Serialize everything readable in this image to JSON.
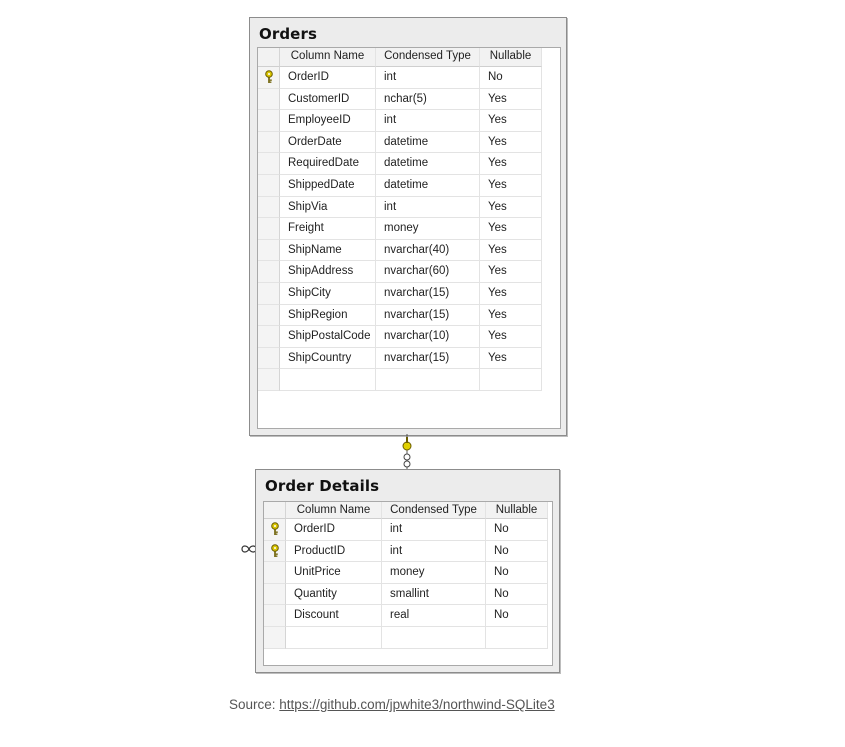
{
  "tables": [
    {
      "title": "Orders",
      "headers": [
        "Column Name",
        "Condensed Type",
        "Nullable"
      ],
      "rows": [
        {
          "name": "OrderID",
          "type": "int",
          "nullable": "No",
          "key": true
        },
        {
          "name": "CustomerID",
          "type": "nchar(5)",
          "nullable": "Yes",
          "key": false
        },
        {
          "name": "EmployeeID",
          "type": "int",
          "nullable": "Yes",
          "key": false
        },
        {
          "name": "OrderDate",
          "type": "datetime",
          "nullable": "Yes",
          "key": false
        },
        {
          "name": "RequiredDate",
          "type": "datetime",
          "nullable": "Yes",
          "key": false
        },
        {
          "name": "ShippedDate",
          "type": "datetime",
          "nullable": "Yes",
          "key": false
        },
        {
          "name": "ShipVia",
          "type": "int",
          "nullable": "Yes",
          "key": false
        },
        {
          "name": "Freight",
          "type": "money",
          "nullable": "Yes",
          "key": false
        },
        {
          "name": "ShipName",
          "type": "nvarchar(40)",
          "nullable": "Yes",
          "key": false
        },
        {
          "name": "ShipAddress",
          "type": "nvarchar(60)",
          "nullable": "Yes",
          "key": false
        },
        {
          "name": "ShipCity",
          "type": "nvarchar(15)",
          "nullable": "Yes",
          "key": false
        },
        {
          "name": "ShipRegion",
          "type": "nvarchar(15)",
          "nullable": "Yes",
          "key": false
        },
        {
          "name": "ShipPostalCode",
          "type": "nvarchar(10)",
          "nullable": "Yes",
          "key": false
        },
        {
          "name": "ShipCountry",
          "type": "nvarchar(15)",
          "nullable": "Yes",
          "key": false
        },
        {
          "name": "",
          "type": "",
          "nullable": "",
          "key": false
        }
      ]
    },
    {
      "title": "Order Details",
      "headers": [
        "Column Name",
        "Condensed Type",
        "Nullable"
      ],
      "rows": [
        {
          "name": "OrderID",
          "type": "int",
          "nullable": "No",
          "key": true
        },
        {
          "name": "ProductID",
          "type": "int",
          "nullable": "No",
          "key": true
        },
        {
          "name": "UnitPrice",
          "type": "money",
          "nullable": "No",
          "key": false
        },
        {
          "name": "Quantity",
          "type": "smallint",
          "nullable": "No",
          "key": false
        },
        {
          "name": "Discount",
          "type": "real",
          "nullable": "No",
          "key": false
        },
        {
          "name": "",
          "type": "",
          "nullable": "",
          "key": false
        }
      ]
    }
  ],
  "source": {
    "label": "Source:",
    "link_text": "https://github.com/jpwhite3/northwind-SQLite3"
  },
  "colors": {
    "key_fill": "#d8c400",
    "key_stroke": "#6b5d00"
  },
  "icons": {
    "primary_key": "key-icon",
    "relationship": "relationship-connector"
  }
}
